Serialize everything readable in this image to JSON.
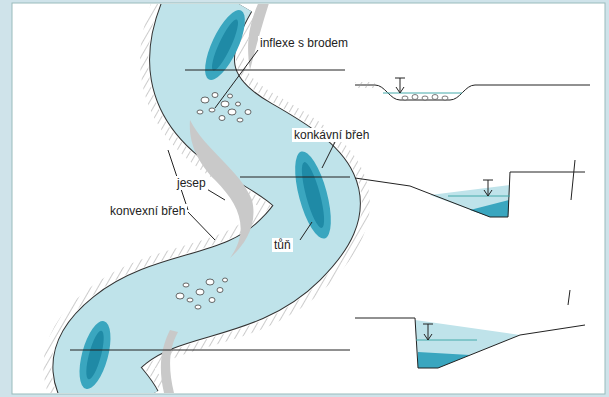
{
  "diagram": {
    "labels": [
      "inflexe s brodem",
      "konkávní břeh",
      "jesep",
      "konvexní břeh",
      "tůň"
    ]
  }
}
